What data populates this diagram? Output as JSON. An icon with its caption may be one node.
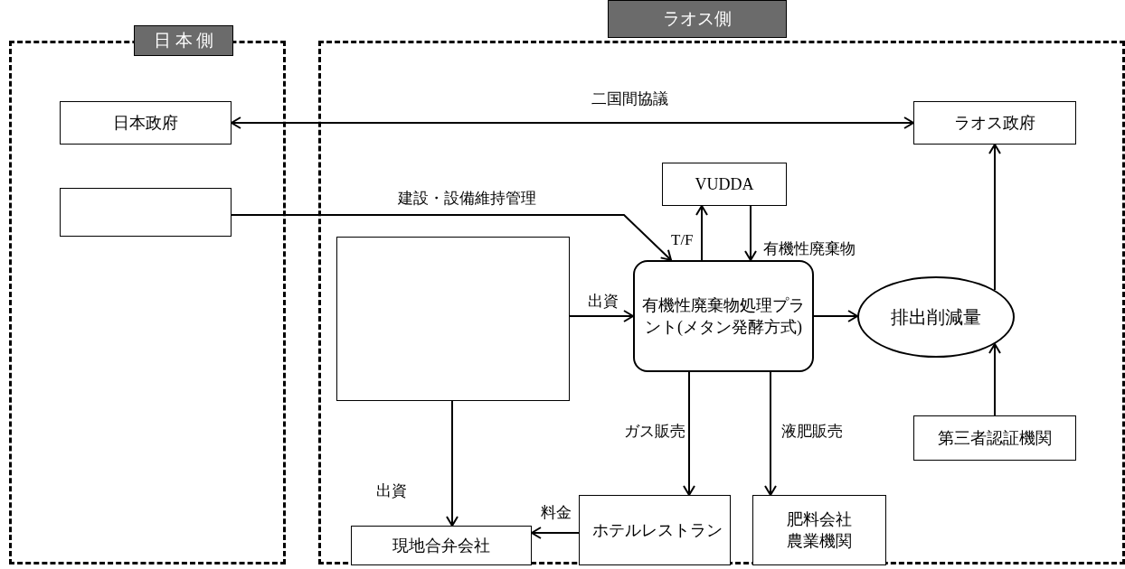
{
  "diagram": {
    "nodes": [
      {
        "text": [
          "日 本 側"
        ]
      },
      {
        "text": [
          "日本政府"
        ],
        "in": 0
      },
      {
        "text": [],
        "shape": "box",
        "in": 0
      },
      {
        "text": [
          "ラオス側"
        ]
      },
      {
        "text": [
          "ラオス政府"
        ],
        "in": 3
      },
      {
        "text": [
          "VUDDA"
        ],
        "in": 3
      },
      {
        "text": [],
        "shape": "box",
        "in": 3
      },
      {
        "text": [
          "有機性廃棄物処理プラント(メタン発酵方式)"
        ],
        "in": 3
      },
      {
        "text": [
          "排出削減量"
        ],
        "in": 3
      },
      {
        "text": [
          "第三者認証機関"
        ],
        "in": 3
      },
      {
        "text": [
          "現地合弁会社"
        ],
        "in": 3
      },
      {
        "text": [
          "ホテルレストラン"
        ],
        "in": 3
      },
      {
        "text": [
          "肥料会社農業機関"
        ],
        "in": 3
      }
    ],
    "edges": [
      {
        "from": 1,
        "to": 4,
        "arrow": "both",
        "label": "二国間協議"
      },
      {
        "from": 2,
        "to": 7,
        "arrow": "to",
        "label": "建設・設備維持管理"
      },
      {
        "from": 7,
        "to": 5,
        "arrow": "to",
        "label": "T/F"
      },
      {
        "from": 5,
        "to": 7,
        "arrow": "to",
        "label": "有機性廃棄物"
      },
      {
        "from": 6,
        "to": 7,
        "arrow": "to",
        "label": "出資"
      },
      {
        "from": 7,
        "to": 8,
        "arrow": "to"
      },
      {
        "from": 8,
        "to": 4,
        "arrow": "to"
      },
      {
        "from": 9,
        "to": 8,
        "arrow": "to"
      },
      {
        "from": 6,
        "to": 10,
        "arrow": "to",
        "label": "出資"
      },
      {
        "from": 7,
        "to": 11,
        "arrow": "to",
        "label": "ガス販売"
      },
      {
        "from": 7,
        "to": 12,
        "arrow": "to",
        "label": "液肥販売"
      },
      {
        "from": 11,
        "to": 10,
        "arrow": "to",
        "label": "料金"
      }
    ]
  }
}
